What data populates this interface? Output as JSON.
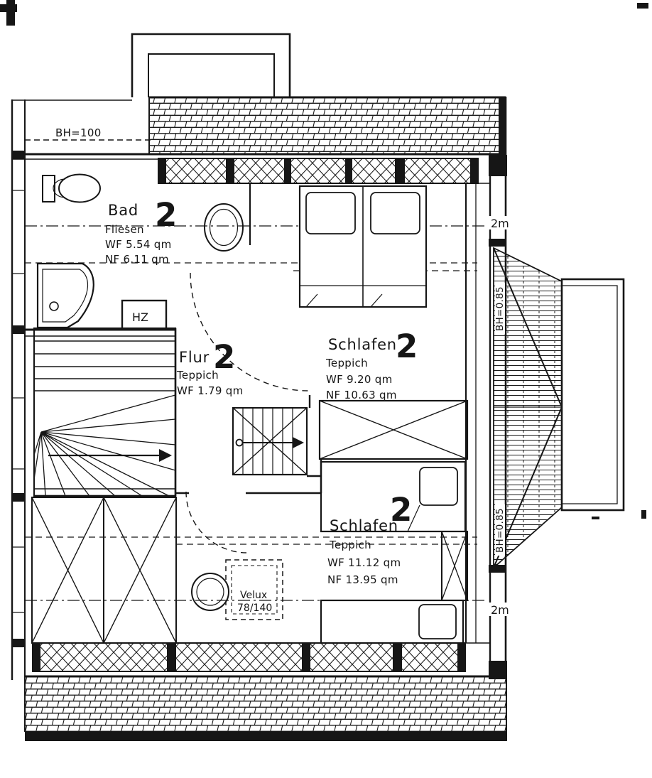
{
  "rooms": {
    "bad": {
      "name": "Bad",
      "number": "2",
      "floor": "Fliesen",
      "wf": "WF 5.54 qm",
      "nf": "NF 6.11 qm"
    },
    "flur": {
      "name": "Flur",
      "number": "2",
      "floor": "Teppich",
      "wf": "WF 1.79 qm"
    },
    "schlafen_top": {
      "name": "Schlafen",
      "number": "2",
      "floor": "Teppich",
      "wf": "WF 9.20 qm",
      "nf": "NF 10.63 qm"
    },
    "schlafen_bottom": {
      "name": "Schlafen",
      "number": "2",
      "floor": "Teppich",
      "wf": "WF 11.12 qm",
      "nf": "NF 13.95 qm"
    }
  },
  "labels": {
    "knee_wall_height": "BH=100",
    "heater": "HZ",
    "velux_name": "Velux",
    "velux_size": "78/140",
    "height_line_top": "2m",
    "height_line_bottom": "2m",
    "balcony_height_top": "BH=0.85",
    "balcony_height_bottom": "BH=0.85"
  }
}
